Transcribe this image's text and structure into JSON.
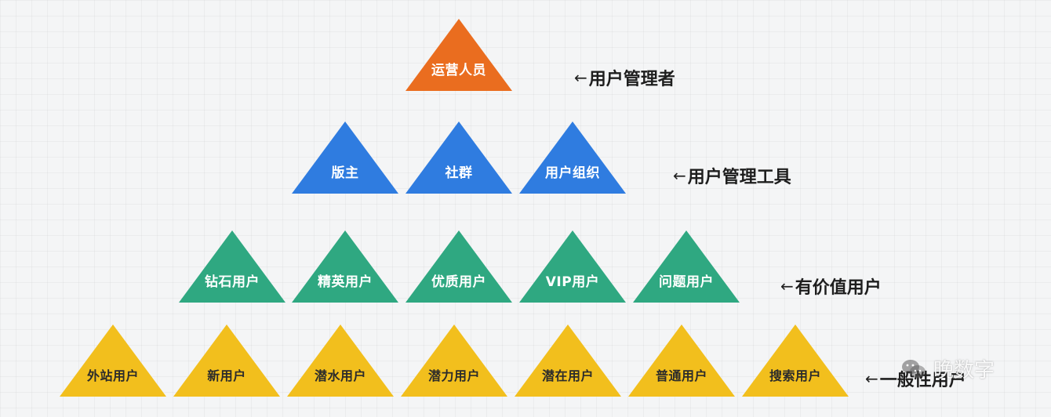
{
  "levels": [
    {
      "label": "用户管理者",
      "color": "#ea6d1f",
      "items": [
        "运营人员"
      ]
    },
    {
      "label": "用户管理工具",
      "color": "#2f7ce0",
      "items": [
        "版主",
        "社群",
        "用户组织"
      ]
    },
    {
      "label": "有价值用户",
      "color": "#2fa881",
      "items": [
        "钻石用户",
        "精英用户",
        "优质用户",
        "VIP用户",
        "问题用户"
      ]
    },
    {
      "label": "一般性用户",
      "color": "#f2bf1d",
      "items": [
        "外站用户",
        "新用户",
        "潜水用户",
        "潜力用户",
        "潜在用户",
        "普通用户",
        "搜索用户"
      ]
    }
  ],
  "watermark": {
    "text": "晚数字",
    "icon": "wechat-icon"
  }
}
